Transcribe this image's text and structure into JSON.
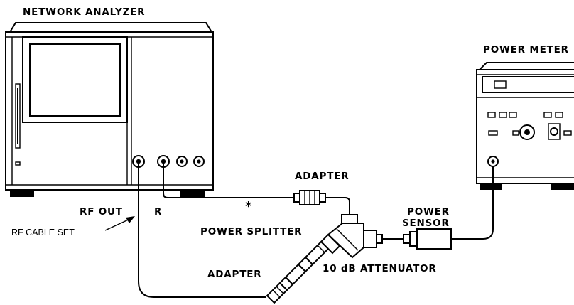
{
  "labels": {
    "network_analyzer": "NETWORK ANALYZER",
    "power_meter": "POWER METER",
    "rf_out": "RF OUT",
    "r_port": "R",
    "adapter_top": "ADAPTER",
    "asterisk": "*",
    "power_splitter": "POWER SPLITTER",
    "power_sensor_line1": "POWER",
    "power_sensor_line2": "SENSOR",
    "rf_cable_set": "RF CABLE SET",
    "adapter_bottom": "ADAPTER",
    "attenuator": "10 dB ATTENUATOR"
  }
}
